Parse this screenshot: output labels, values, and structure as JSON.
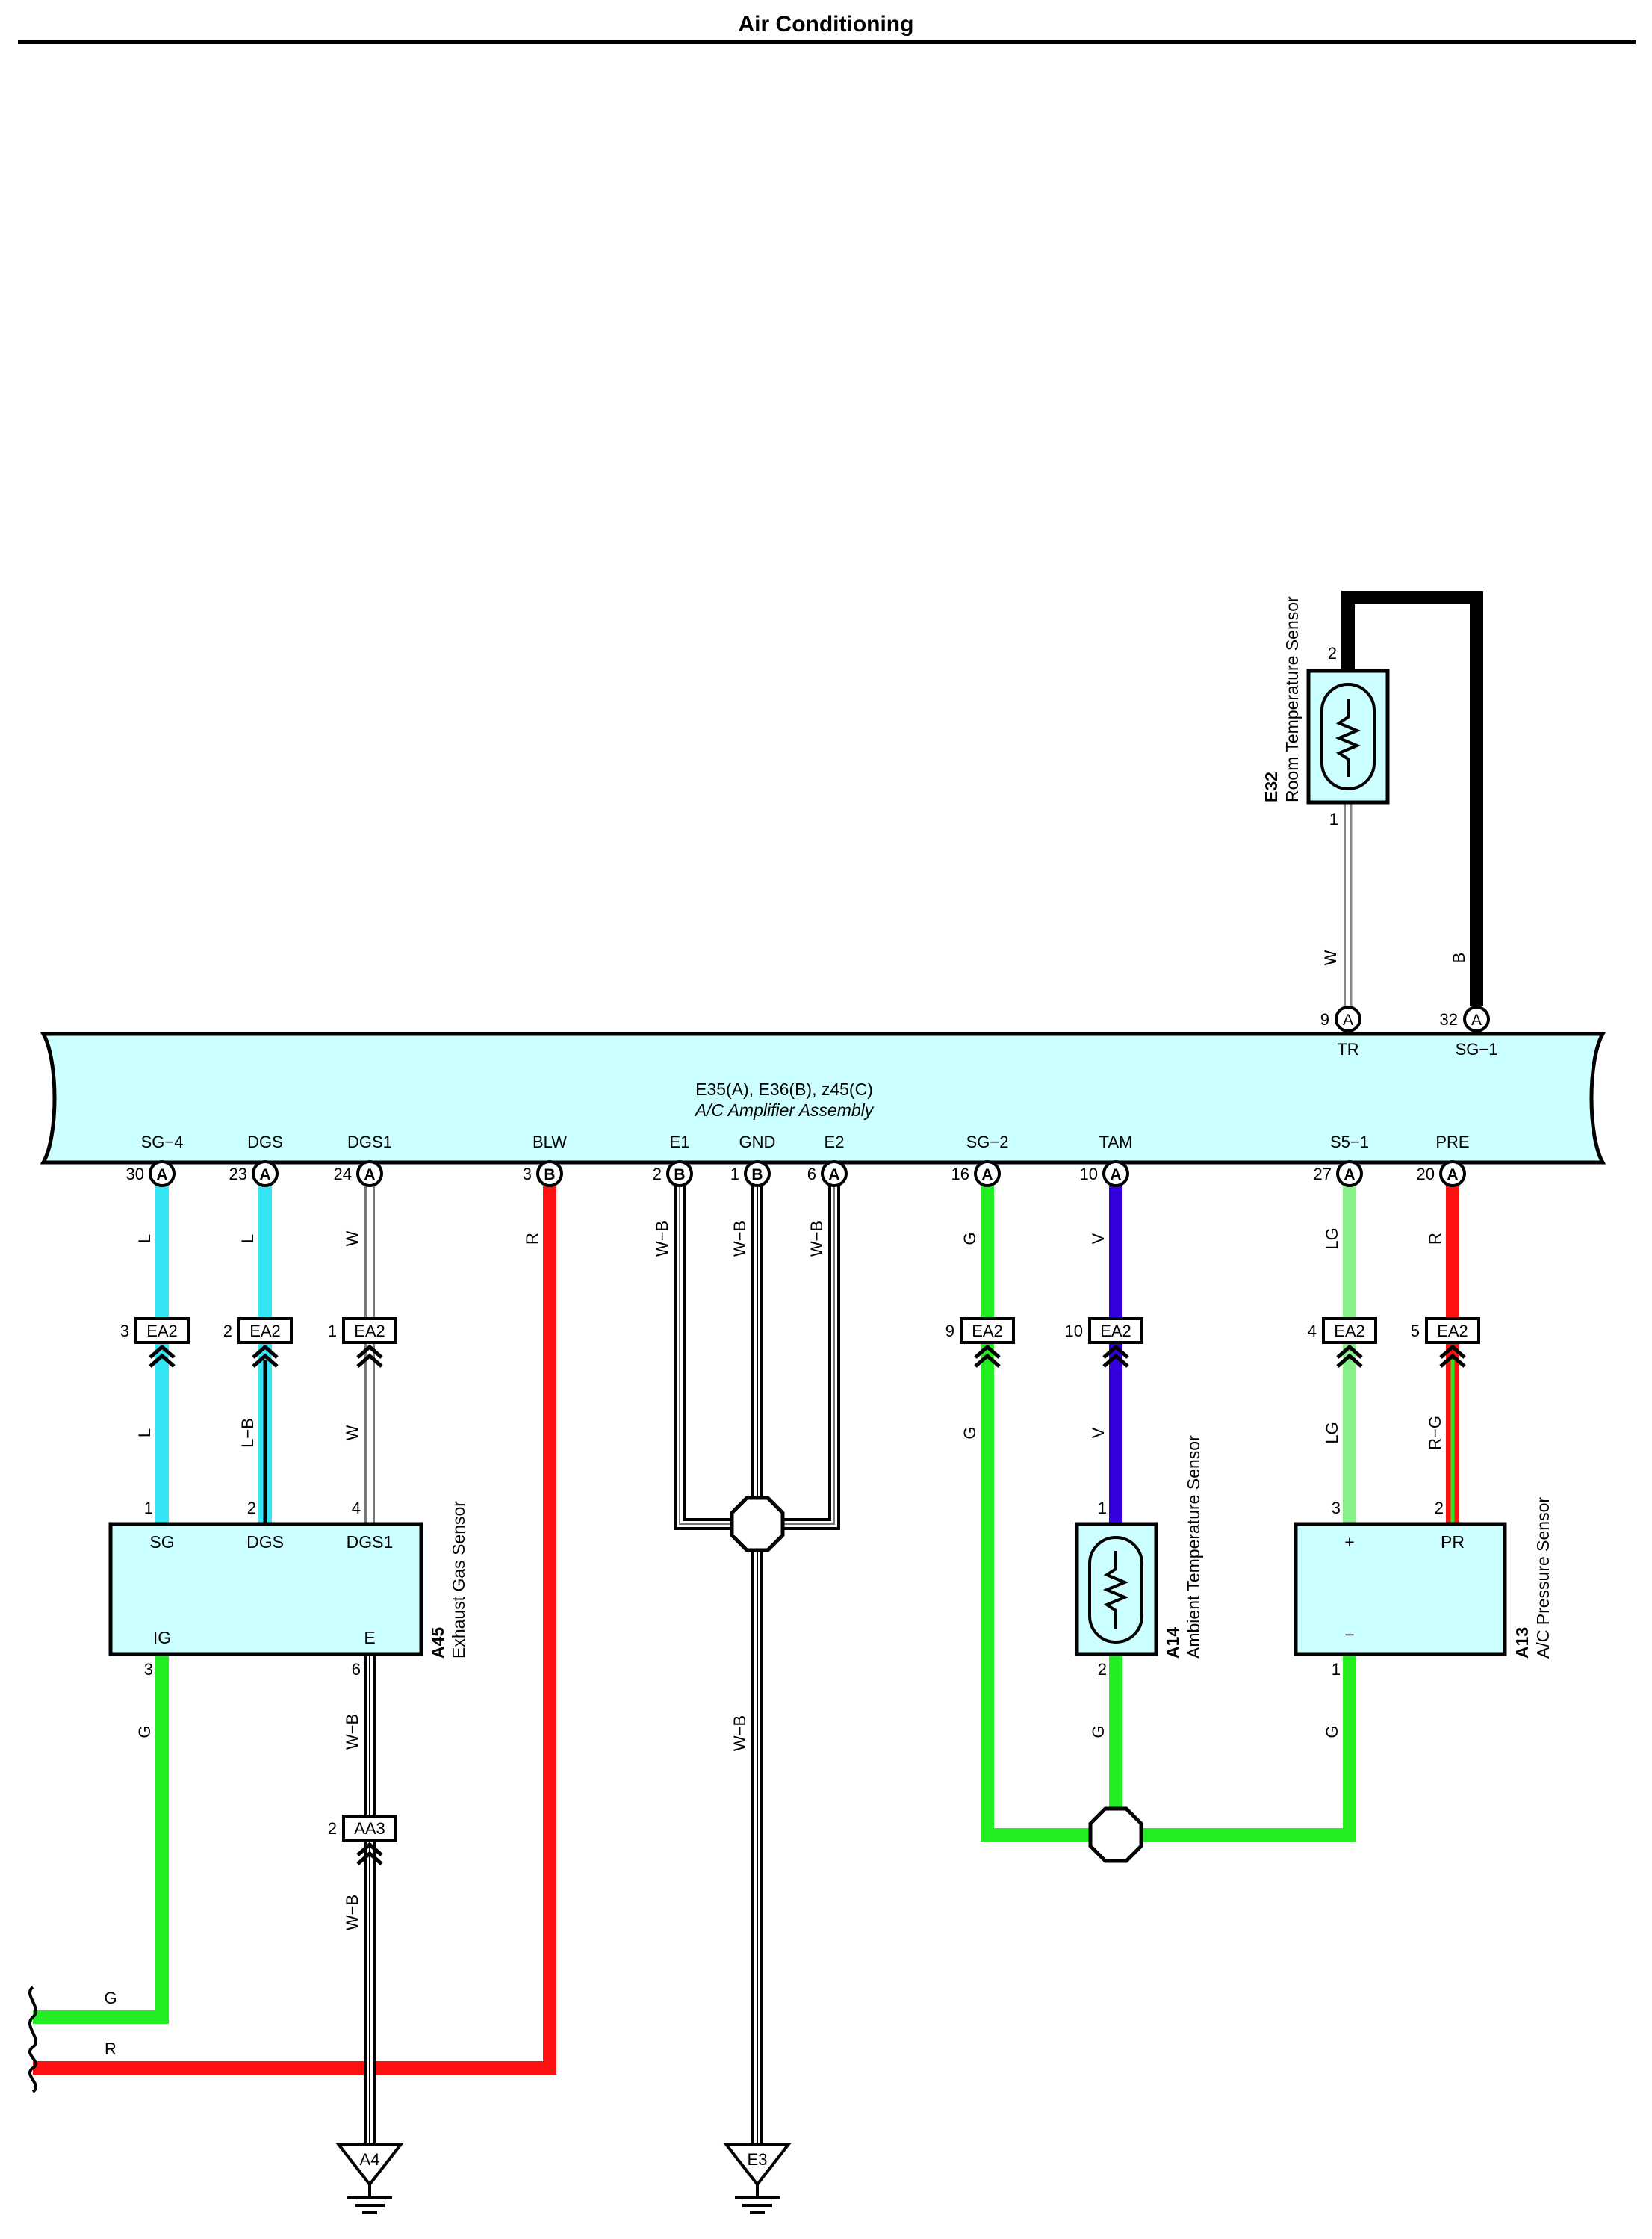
{
  "page": {
    "title": "Air Conditioning"
  },
  "amplifier": {
    "codes": "E35(A), E36(B), z45(C)",
    "name": "A/C Amplifier Assembly",
    "top_terminals": [
      {
        "pin": "9",
        "conn": "A",
        "label": "TR"
      },
      {
        "pin": "32",
        "conn": "A",
        "label": "SG−1"
      }
    ],
    "bottom_terminals": [
      {
        "pin": "30",
        "conn": "A",
        "label": "SG−4"
      },
      {
        "pin": "23",
        "conn": "A",
        "label": "DGS"
      },
      {
        "pin": "24",
        "conn": "A",
        "label": "DGS1"
      },
      {
        "pin": "3",
        "conn": "B",
        "label": "BLW"
      },
      {
        "pin": "2",
        "conn": "B",
        "label": "E1"
      },
      {
        "pin": "1",
        "conn": "B",
        "label": "GND"
      },
      {
        "pin": "6",
        "conn": "A",
        "label": "E2"
      },
      {
        "pin": "16",
        "conn": "A",
        "label": "SG−2"
      },
      {
        "pin": "10",
        "conn": "A",
        "label": "TAM"
      },
      {
        "pin": "27",
        "conn": "A",
        "label": "S5−1"
      },
      {
        "pin": "20",
        "conn": "A",
        "label": "PRE"
      }
    ]
  },
  "components": {
    "room_sensor": {
      "code": "E32",
      "name": "Room Temperature Sensor",
      "pin_top": "2",
      "pin_bottom": "1"
    },
    "exhaust_sensor": {
      "code": "A45",
      "name": "Exhaust Gas Sensor",
      "pins": [
        {
          "pin": "1",
          "label": "SG"
        },
        {
          "pin": "2",
          "label": "DGS"
        },
        {
          "pin": "4",
          "label": "DGS1"
        },
        {
          "pin": "3",
          "label": "IG"
        },
        {
          "pin": "6",
          "label": "E"
        }
      ]
    },
    "ambient_sensor": {
      "code": "A14",
      "name": "Ambient Temperature Sensor",
      "pin_top": "1",
      "pin_bottom": "2"
    },
    "pressure_sensor": {
      "code": "A13",
      "name": "A/C Pressure Sensor",
      "pins": [
        {
          "pin": "3",
          "label": "+"
        },
        {
          "pin": "2",
          "label": "PR"
        },
        {
          "pin": "1",
          "label": "−"
        }
      ]
    }
  },
  "connectors": [
    {
      "id": "EA2",
      "pin": "3"
    },
    {
      "id": "EA2",
      "pin": "2"
    },
    {
      "id": "EA2",
      "pin": "1"
    },
    {
      "id": "EA2",
      "pin": "9"
    },
    {
      "id": "EA2",
      "pin": "10"
    },
    {
      "id": "EA2",
      "pin": "4"
    },
    {
      "id": "EA2",
      "pin": "5"
    },
    {
      "id": "AA3",
      "pin": "2"
    }
  ],
  "grounds": [
    {
      "label": "A4"
    },
    {
      "label": "E3"
    }
  ],
  "wire_labels": {
    "room_tr": "W",
    "room_sg1": "B",
    "sg4_upper": "L",
    "sg4_lower": "L",
    "dgs_upper": "L",
    "dgs_lower": "L−B",
    "dgs1_upper": "W",
    "dgs1_lower": "W",
    "blw": "R",
    "e1": "W−B",
    "gnd": "W−B",
    "e2": "W−B",
    "gnd_main": "W−B",
    "sg2_upper": "G",
    "sg2_lower": "G",
    "tam_upper": "V",
    "tam_lower": "V",
    "s51_upper": "LG",
    "s51_lower": "LG",
    "pre_upper": "R",
    "pre_lower": "R−G",
    "ig": "G",
    "e_upper": "W−B",
    "e_lower": "W−B",
    "amb_ground": "G",
    "press_ground": "G",
    "left_g": "G",
    "left_r": "R"
  },
  "colors": {
    "L": "#33e5f5",
    "G": "#22ee22",
    "R": "#ff1111",
    "V": "#3300dd",
    "LG": "#88f088",
    "B": "#000000",
    "W": "#ffffff",
    "component_fill": "#ccffff"
  }
}
